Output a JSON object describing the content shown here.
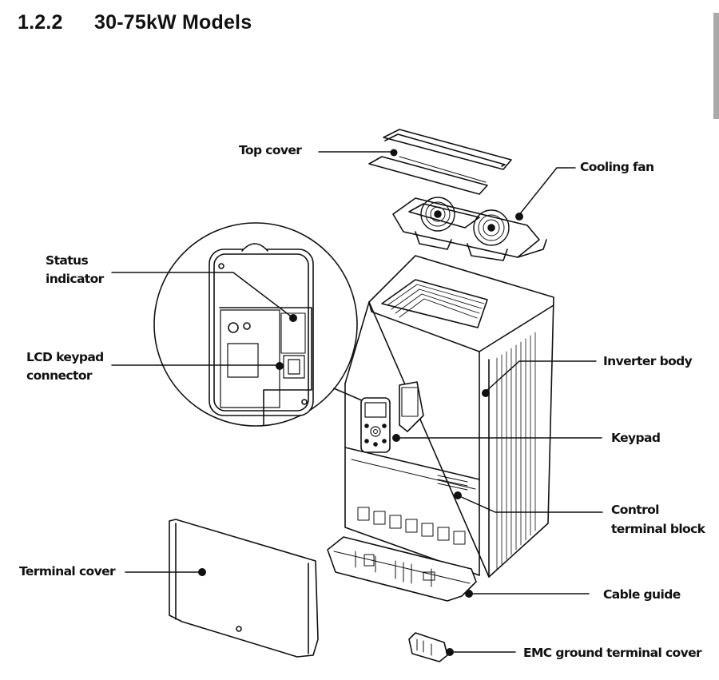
{
  "section": {
    "number": "1.2.2",
    "title": "30-75kW Models"
  },
  "diagram": {
    "subject": "Inverter exploded view (30-75kW)",
    "callouts": {
      "top_cover": "Top cover",
      "cooling_fan": "Cooling fan",
      "status_indicator_line1": "Status",
      "status_indicator_line2": "indicator",
      "lcd_keypad_connector_line1": "LCD keypad",
      "lcd_keypad_connector_line2": "connector",
      "inverter_body": "Inverter body",
      "keypad": "Keypad",
      "control_terminal_block_line1": "Control",
      "control_terminal_block_line2": "terminal block",
      "terminal_cover": "Terminal cover",
      "cable_guide": "Cable guide",
      "emc_ground_terminal_cover": "EMC ground terminal cover"
    }
  },
  "colors": {
    "ink": "#111111",
    "side_tab": "#a9a9a9",
    "background": "#ffffff"
  }
}
